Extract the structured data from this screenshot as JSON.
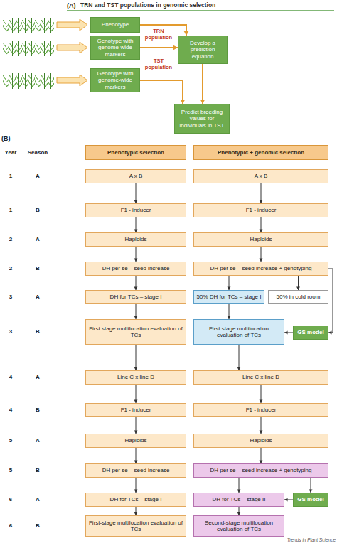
{
  "diagram": {
    "title": "TRN and TST populations in genomic selection",
    "nodes": [
      {
        "text": [
          "Phenotype"
        ]
      },
      {
        "text": [
          "Genotype with genome-wide markers"
        ]
      },
      {
        "text": [
          "Develop a prediction equation"
        ]
      },
      {
        "text": [
          "Genotype with genome-wide markers"
        ]
      },
      {
        "text": [
          "Predict breeding values for individuals in TST"
        ]
      },
      {
        "text": [
          "Phenotypic selection"
        ]
      },
      {
        "text": [
          "Phenotypic + genomic selection"
        ]
      },
      {
        "text": [
          "A x B"
        ]
      },
      {
        "text": [
          "A x B"
        ]
      },
      {
        "text": [
          "F1 - inducer"
        ]
      },
      {
        "text": [
          "F1 - inducer"
        ]
      },
      {
        "text": [
          "Haploids"
        ]
      },
      {
        "text": [
          "Haploids"
        ]
      },
      {
        "text": [
          "DH per se – seed increase"
        ]
      },
      {
        "text": [
          "DH per se – seed increase + genotyping"
        ]
      },
      {
        "text": [
          "DH for TCs – stage I"
        ]
      },
      {
        "text": [
          "50% DH for TCs – stage I"
        ]
      },
      {
        "text": [
          "50% in cold room"
        ]
      },
      {
        "text": [
          "First stage multilocation evaluation of TCs"
        ]
      },
      {
        "text": [
          "First stage multilocation evaluation of TCs"
        ]
      },
      {
        "text": [
          "GS model"
        ]
      },
      {
        "text": [
          "Line C x line D"
        ]
      },
      {
        "text": [
          "Line C x line D"
        ]
      },
      {
        "text": [
          "F1 - inducer"
        ]
      },
      {
        "text": [
          "F1 - inducer"
        ]
      },
      {
        "text": [
          "Haploids"
        ]
      },
      {
        "text": [
          "Haploids"
        ]
      },
      {
        "text": [
          "DH per se – seed increase"
        ]
      },
      {
        "text": [
          "DH per se – seed increase + genotyping"
        ]
      },
      {
        "text": [
          "DH for TCs – stage I"
        ]
      },
      {
        "text": [
          "DH for TCs – stage II"
        ]
      },
      {
        "text": [
          "GS model"
        ]
      },
      {
        "text": [
          "First-stage multilocation evaluation of TCs"
        ]
      },
      {
        "text": [
          "Second-stage multilocation evaluation of TCs"
        ]
      }
    ],
    "edges": [
      {
        "from": 0,
        "to": 2,
        "arrow": "to"
      },
      {
        "from": 1,
        "to": 2,
        "arrow": "to"
      },
      {
        "from": 2,
        "to": 4,
        "arrow": "to"
      },
      {
        "from": 3,
        "to": 4,
        "arrow": "to"
      },
      {
        "from": 7,
        "to": 9,
        "arrow": "to"
      },
      {
        "from": 9,
        "to": 11,
        "arrow": "to"
      },
      {
        "from": 11,
        "to": 13,
        "arrow": "to"
      },
      {
        "from": 13,
        "to": 15,
        "arrow": "to"
      },
      {
        "from": 15,
        "to": 18,
        "arrow": "to"
      },
      {
        "from": 18,
        "to": 21,
        "arrow": "to"
      },
      {
        "from": 21,
        "to": 23,
        "arrow": "to"
      },
      {
        "from": 23,
        "to": 25,
        "arrow": "to"
      },
      {
        "from": 25,
        "to": 27,
        "arrow": "to"
      },
      {
        "from": 27,
        "to": 29,
        "arrow": "to"
      },
      {
        "from": 29,
        "to": 32,
        "arrow": "to"
      },
      {
        "from": 8,
        "to": 10,
        "arrow": "to"
      },
      {
        "from": 10,
        "to": 12,
        "arrow": "to"
      },
      {
        "from": 12,
        "to": 14,
        "arrow": "to"
      },
      {
        "from": 14,
        "to": 16,
        "arrow": "to"
      },
      {
        "from": 14,
        "to": 17,
        "arrow": "to"
      },
      {
        "from": 16,
        "to": 19,
        "arrow": "to"
      },
      {
        "from": 14,
        "to": 20,
        "arrow": "to"
      },
      {
        "from": 20,
        "to": 19,
        "arrow": "to"
      },
      {
        "from": 19,
        "to": 22,
        "arrow": "to"
      },
      {
        "from": 22,
        "to": 24,
        "arrow": "to"
      },
      {
        "from": 24,
        "to": 26,
        "arrow": "to"
      },
      {
        "from": 26,
        "to": 28,
        "arrow": "to"
      },
      {
        "from": 28,
        "to": 30,
        "arrow": "to"
      },
      {
        "from": 28,
        "to": 31,
        "arrow": "to"
      },
      {
        "from": 31,
        "to": 30,
        "arrow": "to"
      },
      {
        "from": 30,
        "to": 33,
        "arrow": "to"
      }
    ],
    "labels": [
      "(A)",
      "TRN population",
      "TST population",
      "(B)",
      "Year",
      "Season",
      "1",
      "A",
      "1",
      "B",
      "2",
      "A",
      "2",
      "B",
      "3",
      "A",
      "3",
      "B",
      "4",
      "A",
      "4",
      "B",
      "5",
      "A",
      "5",
      "B",
      "6",
      "A",
      "6",
      "B",
      "Trends in Plant Science"
    ]
  }
}
